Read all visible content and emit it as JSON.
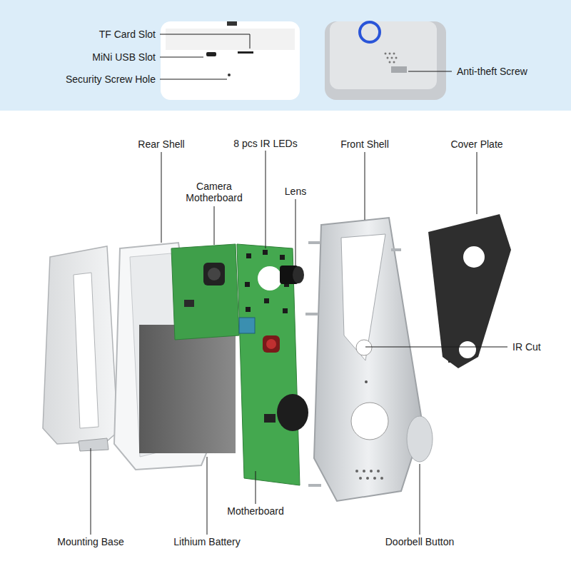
{
  "diagram": {
    "labels": [
      "TF Card Slot",
      "MiNi USB Slot",
      "Security Screw Hole",
      "Anti-theft Screw",
      "Rear Shell",
      "8 pcs IR LEDs",
      "Front Shell",
      "Cover Plate",
      "Camera Motherboard",
      "Lens",
      "IR Cut",
      "Motherboard",
      "Mounting Base",
      "Lithium Battery",
      "Doorbell Button"
    ]
  }
}
